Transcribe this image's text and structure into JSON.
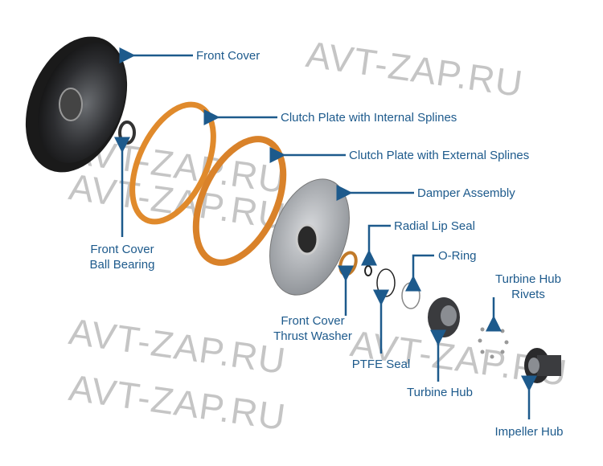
{
  "watermark": "AVT-ZAP.RU",
  "labels": {
    "front_cover": "Front Cover",
    "clutch_internal": "Clutch Plate with Internal Splines",
    "clutch_external": "Clutch Plate with External Splines",
    "damper": "Damper Assembly",
    "radial_lip_seal": "Radial Lip Seal",
    "o_ring": "O-Ring",
    "rivets_1": "Turbine Hub",
    "rivets_2": "Rivets",
    "ball_bearing_1": "Front Cover",
    "ball_bearing_2": "Ball Bearing",
    "thrust_washer_1": "Front Cover",
    "thrust_washer_2": "Thrust Washer",
    "ptfe_seal": "PTFE Seal",
    "turbine_hub": "Turbine Hub",
    "impeller_hub": "Impeller Hub"
  },
  "colors": {
    "label": "#1d5a8c",
    "clutch": "#e08a2c",
    "cover": "#2a2a2a",
    "steel": "#a9adb2"
  }
}
